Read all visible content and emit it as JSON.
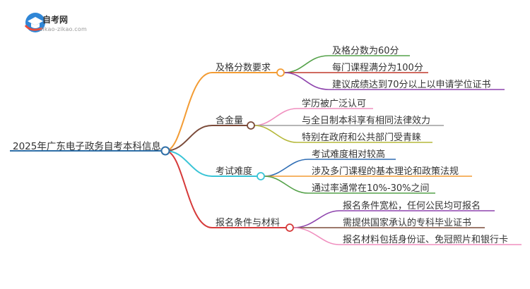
{
  "logo": {
    "title": "自考网",
    "url": "zikao-zikao.com",
    "icon": "graduation-cap-icon"
  },
  "root": {
    "label": "2025年广东电子政务自考本科信息",
    "color": "#2f6fa7"
  },
  "branches": [
    {
      "label": "及格分数要求",
      "color": "#f39c34",
      "children": [
        {
          "label": "及格分数为60分",
          "color": "#55a24a"
        },
        {
          "label": "每门课程满分为100分",
          "color": "#c0392b"
        },
        {
          "label": "建议成绩达到70分以上以申请学位证书",
          "color": "#8e44ad"
        }
      ]
    },
    {
      "label": "含金量",
      "color": "#7b4b3a",
      "children": [
        {
          "label": "学历被广泛认可",
          "color": "#f08fbf"
        },
        {
          "label": "与全日制本科享有相同法律效力",
          "color": "#9e9e9e"
        },
        {
          "label": "特别在政府和公共部门受青睐",
          "color": "#b5b83a"
        }
      ]
    },
    {
      "label": "考试难度",
      "color": "#39c4d6",
      "children": [
        {
          "label": "考试难度相对较高",
          "color": "#2e6db4"
        },
        {
          "label": "涉及多门课程的基本理论和政策法规",
          "color": "#f39c34"
        },
        {
          "label": "通过率通常在10%-30%之间",
          "color": "#55a24a"
        }
      ]
    },
    {
      "label": "报名条件与材料",
      "color": "#d63a3a",
      "children": [
        {
          "label": "报名条件宽松，任何公民均可报名",
          "color": "#8e44ad"
        },
        {
          "label": "需提供国家承认的专科毕业证书",
          "color": "#7b4b3a"
        },
        {
          "label": "报名材料包括身份证、免冠照片和银行卡",
          "color": "#f08fbf"
        }
      ]
    }
  ]
}
